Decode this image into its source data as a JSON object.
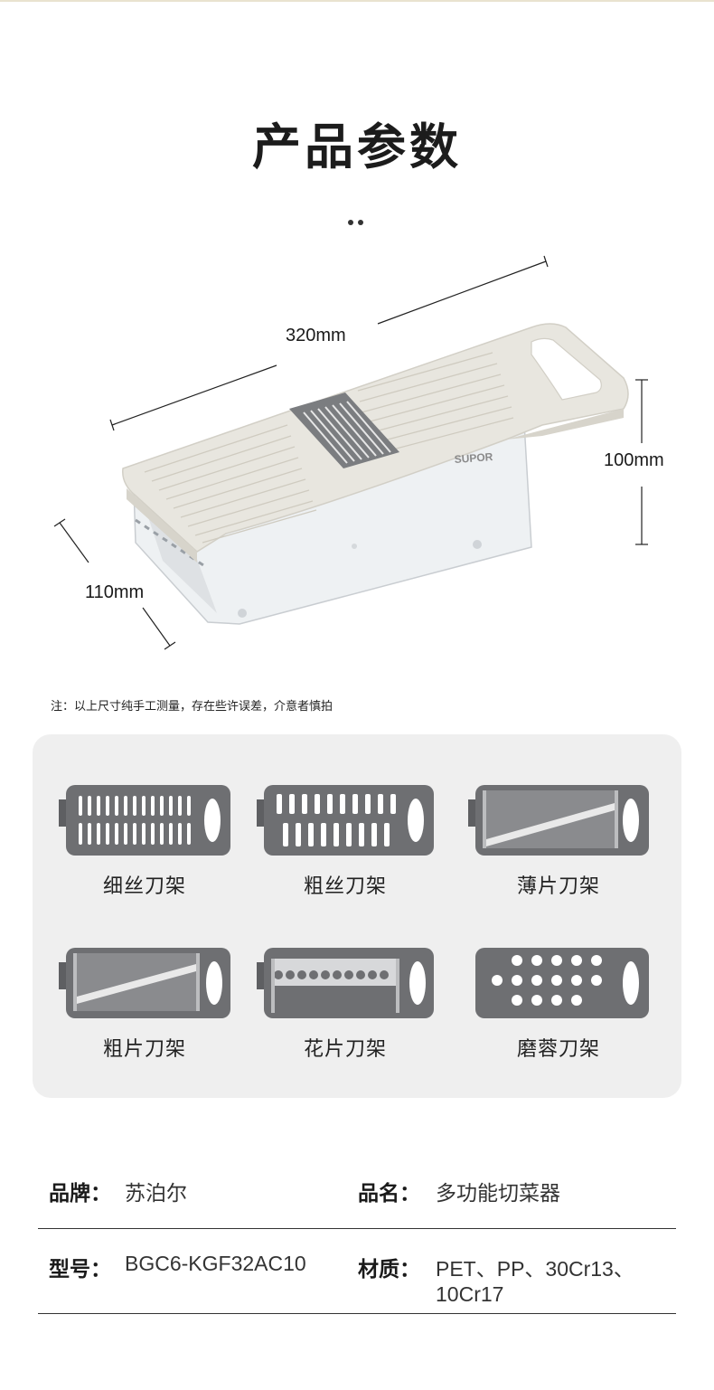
{
  "title": "产品参数",
  "dimensions": {
    "length": "320mm",
    "height": "100mm",
    "width": "110mm"
  },
  "product": {
    "brand_mark": "SUPOR"
  },
  "note": "注：以上尺寸纯手工测量，存在些许误差，介意者慎拍",
  "blades": [
    {
      "label": "细丝刀架",
      "icon": "fine-shred-blade-icon"
    },
    {
      "label": "粗丝刀架",
      "icon": "coarse-shred-blade-icon"
    },
    {
      "label": "薄片刀架",
      "icon": "thin-slice-blade-icon"
    },
    {
      "label": "粗片刀架",
      "icon": "thick-slice-blade-icon"
    },
    {
      "label": "花片刀架",
      "icon": "crinkle-slice-blade-icon"
    },
    {
      "label": "磨蓉刀架",
      "icon": "grater-blade-icon"
    }
  ],
  "specs": {
    "brand": {
      "label": "品牌：",
      "value": "苏泊尔"
    },
    "name": {
      "label": "品名：",
      "value": "多功能切菜器"
    },
    "model": {
      "label": "型号：",
      "value": "BGC6-KGF32AC10"
    },
    "material": {
      "label": "材质：",
      "value_line1": "PET、PP、30Cr13、",
      "value_line2": "10Cr17"
    }
  },
  "colors": {
    "blade_gray": "#6e6f72",
    "panel": "#efefef",
    "body_cream": "#e8e6df"
  }
}
